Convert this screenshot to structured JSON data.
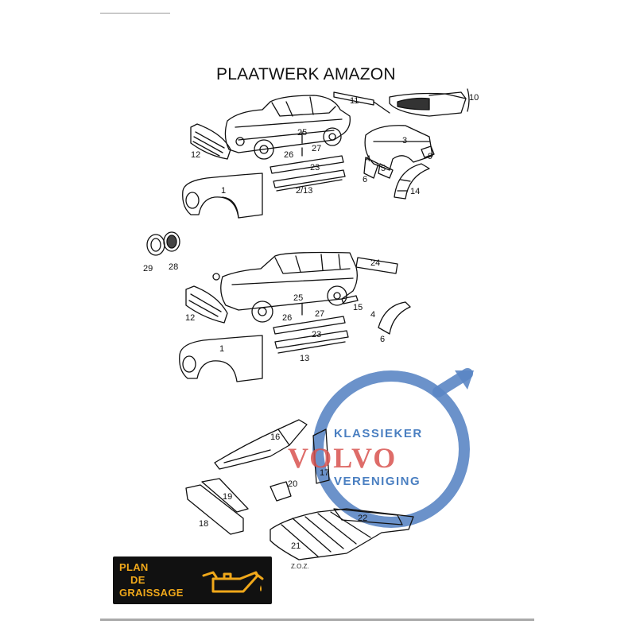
{
  "title": "PLAATWERK AMAZON",
  "zoz": "Z.O.Z.",
  "badge": {
    "line1": "PLAN",
    "line2": "DE",
    "line3": "GRAISSAGE",
    "icon": "oil-can-icon",
    "color_bg": "#111111",
    "color_fg": "#f0a81a"
  },
  "watermark": {
    "line1": "KLASSIEKER",
    "line2": "VOLVO",
    "line3": "VERENIGING",
    "color_ring": "#4a7fc1",
    "color_text_blue": "#4a7fc1",
    "color_text_red": "#d9534f"
  },
  "part_numbers": {
    "sedan": [
      "11",
      "10",
      "25",
      "12",
      "26",
      "27",
      "3",
      "4",
      "5",
      "6",
      "9",
      "23",
      "2/13",
      "14",
      "1"
    ],
    "lamps": [
      "29",
      "28"
    ],
    "wagon": [
      "24",
      "25",
      "12",
      "26",
      "27",
      "15",
      "4",
      "23",
      "13",
      "6",
      "1"
    ],
    "panels": [
      "16",
      "17",
      "20",
      "19",
      "18",
      "22",
      "21"
    ]
  }
}
